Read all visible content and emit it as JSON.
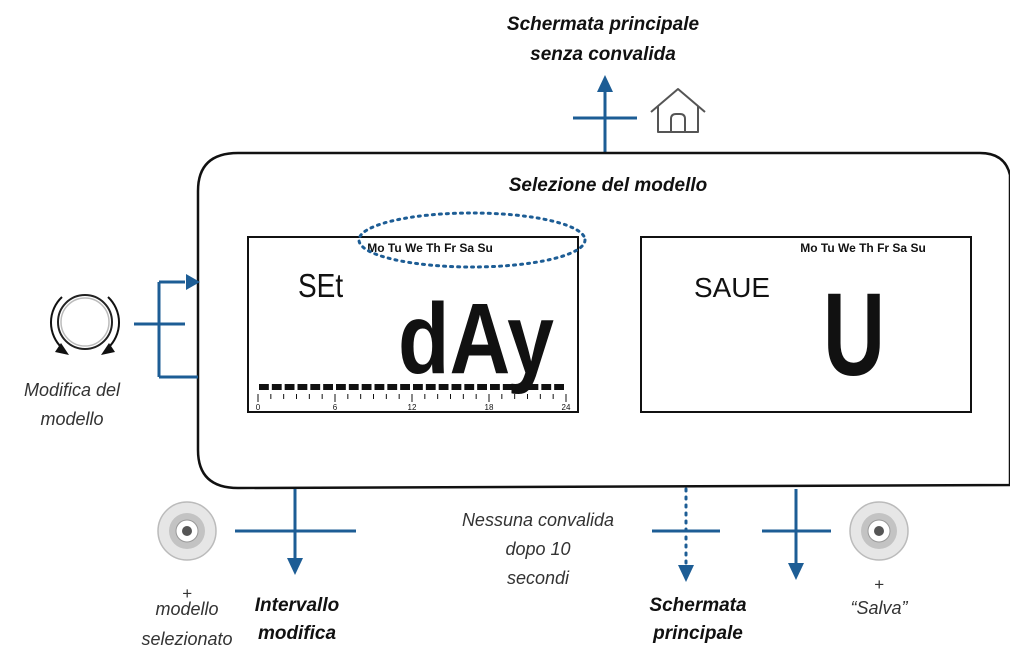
{
  "colors": {
    "accent": "#1d5d95",
    "line": "#111111"
  },
  "top": {
    "title_line1": "Schermata principale",
    "title_line2": "senza convalida",
    "icon": "home-icon"
  },
  "panel": {
    "title": "Selezione del modello"
  },
  "left_display": {
    "days": "Mo Tu We Th Fr Sa Su",
    "small_text": "SEt",
    "big_text": "dAy",
    "timeline_ticks": [
      "0",
      "6",
      "12",
      "18",
      "24"
    ]
  },
  "right_display": {
    "days": "Mo Tu We Th Fr Sa Su",
    "small_text": "SAUE",
    "big_text": "U"
  },
  "knob": {
    "label_line1": "Modifica del",
    "label_line2": "modello",
    "icon": "rotary-knob-icon"
  },
  "bottom_left": {
    "plus": "+",
    "label_line1": "modello",
    "label_line2": "selezionato",
    "target_line1": "Intervallo",
    "target_line2": "modifica",
    "icon": "push-button-icon"
  },
  "bottom_middle": {
    "note_line1": "Nessuna convalida",
    "note_line2": "dopo 10",
    "note_line3": "secondi",
    "target_line1": "Schermata",
    "target_line2": "principale"
  },
  "bottom_right": {
    "plus": "+",
    "label": "“Salva”",
    "icon": "push-button-icon"
  }
}
